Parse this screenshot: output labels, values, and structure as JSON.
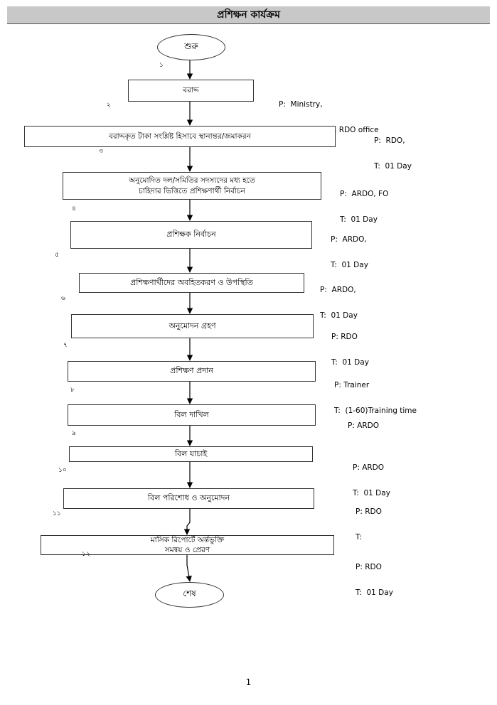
{
  "header": {
    "title": "প্রশিক্ষন কার্যক্রম"
  },
  "start_node": {
    "label": "শুরু"
  },
  "end_node": {
    "label": "শেষ"
  },
  "steps": [
    {
      "number": "১",
      "lines": [
        "বরাদ্দ"
      ],
      "p": "P:  Ministry,",
      "t": "     Head Office, RDO office"
    },
    {
      "number": "২",
      "lines": [
        "বরাদ্দকৃত টাকা সংশ্লিষ্ট হিসাবে স্থানান্তর/জমাকরন"
      ],
      "p": "P:  RDO,",
      "t": "T:  01 Day"
    },
    {
      "number": "৩",
      "lines": [
        "অনুমোদিত দল/সমিতির সদস্যদের মধ্য হতে",
        "চাহিদার ভিত্তিতে প্রশিক্ষণার্থী নির্বাচন"
      ],
      "p": "P:  ARDO, FO",
      "t": "T:  01 Day"
    },
    {
      "number": "৪",
      "lines": [
        "প্রশিক্ষক নির্বাচন"
      ],
      "p": "P:  ARDO,",
      "t": "T:  01 Day"
    },
    {
      "number": "৫",
      "lines": [
        "প্রশিক্ষণার্থীদের অবহিতকরণ ও উপস্থিতি"
      ],
      "p": "P:  ARDO,",
      "t": "T:  01 Day"
    },
    {
      "number": "৬",
      "lines": [
        "অনুমোদন গ্রহণ"
      ],
      "p": "P: RDO",
      "t": "T:  01 Day"
    },
    {
      "number": "৭",
      "lines": [
        "প্রশিক্ষণ প্রদান"
      ],
      "p": "P: Trainer",
      "t": "T:  (1-60)Training time"
    },
    {
      "number": "৮",
      "lines": [
        "বিল দাখিল"
      ],
      "p": "P: ARDO",
      "t": ""
    },
    {
      "number": "৯",
      "lines": [
        "বিল যাচাই"
      ],
      "p": "P: ARDO",
      "t": "T:  01 Day"
    },
    {
      "number": "১০",
      "lines": [
        "বিল পরিশোধ ও অনুমোদন"
      ],
      "p": "P: RDO",
      "t": "T:"
    },
    {
      "number": "১১",
      "lines": [
        "মাসিক রিপোর্টে অর্ন্তভুক্তি",
        "সমন্বয় ও প্রেরণ"
      ],
      "p": "P: RDO",
      "t": "T:  01 Day"
    }
  ],
  "footer": {
    "page_number": "1"
  }
}
